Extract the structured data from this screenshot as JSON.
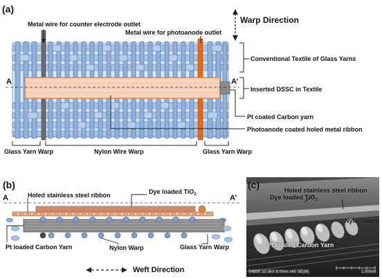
{
  "panel_a": {
    "tag": "(a)",
    "warp_direction": "Warp Direction",
    "metal_wire_counter": "Metal wire for counter electrode outlet",
    "metal_wire_photoanode": "Metal wire for photoanode outlet",
    "conventional_textile": "Conventional Textile of Glass Yarns",
    "inserted_dssc": "Inserted DSSC in Textile",
    "pt_coated_carbon": "Pt coated Carbon yarn",
    "photoanode_ribbon": "Photoanode coated holed metal ribbon",
    "glass_yarn_warp_left": "Glass Yarn Warp",
    "nylon_wire_warp": "Nylon Wire Warp",
    "glass_yarn_warp_right": "Glass Yarn Warp",
    "section_left": "A",
    "section_right": "A’"
  },
  "panel_b": {
    "tag": "(b)",
    "section_left": "A",
    "section_right": "A’",
    "holed_ribbon": "Holed stainless steel ribbon",
    "dye_loaded_tio2_base": "Dye loaded TiO",
    "dye_loaded_tio2_sub": "2",
    "pt_loaded_carbon": "Pt loaded Carbon Yarn",
    "nylon_warp": "Nylon Warp",
    "glass_yarn_warp": "Glass Yarn Warp",
    "weft_direction": "Weft Direction"
  },
  "panel_c": {
    "tag": "(c)",
    "holed_ribbon": "Holed stainless steel ribbon",
    "dye_loaded_tio2_base": "Dye loaded TiO",
    "dye_loaded_tio2_sub": "2",
    "nylon_warp": "Nylon Warp",
    "pt_loaded_carbon": "Pt loaded Carbon Yarn",
    "sem_info": "S4800 10.0kV 8.0mm x40 SE(M)",
    "scale_bar": "1.00mm"
  },
  "colors": {
    "glass_yarn": "#9dbce0",
    "glass_yarn_dark": "#5e86b8",
    "photoanode_wire": "#e06a1e",
    "counter_wire": "#6b6b6b",
    "dssc_fill": "#f8d4bd",
    "dssc_border": "#e07f44",
    "carbon_yarn": "#8a8a8a",
    "sem_background": "#1b1b1b"
  }
}
